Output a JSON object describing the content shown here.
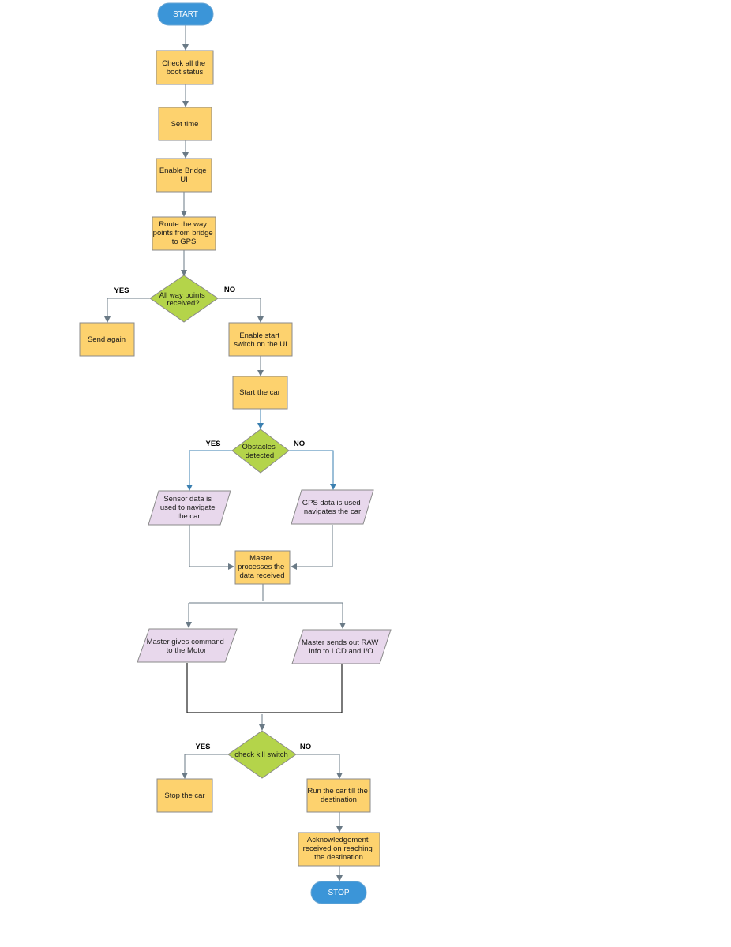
{
  "flowchart": {
    "start": "START",
    "check_boot": [
      "Check all the",
      "boot status"
    ],
    "set_time": [
      "Set time"
    ],
    "enable_bridge": [
      "Enable Bridge",
      "UI"
    ],
    "route_waypoints": [
      "Route the way",
      "points from bridge",
      "to GPS"
    ],
    "waypoints_decision": [
      "All way points",
      "received?"
    ],
    "waypoints_yes": "YES",
    "waypoints_no": "NO",
    "send_again": [
      "Send again"
    ],
    "enable_start": [
      "Enable start",
      "switch on the UI"
    ],
    "start_car": [
      "Start the car"
    ],
    "obstacles_decision": [
      "Obstacles",
      "detected"
    ],
    "obstacles_yes": "YES",
    "obstacles_no": "NO",
    "sensor_data": [
      "Sensor data is",
      "used to navigate",
      "the car"
    ],
    "gps_data": [
      "GPS data is used",
      "navigates the car"
    ],
    "master_processes": [
      "Master",
      "processes the",
      "data received"
    ],
    "master_command": [
      "Master gives command",
      "to the Motor"
    ],
    "master_sends": [
      "Master sends out RAW",
      "info to LCD and I/O"
    ],
    "kill_decision": [
      "check kill switch"
    ],
    "kill_yes": "YES",
    "kill_no": "NO",
    "stop_car": [
      "Stop the car"
    ],
    "run_car": [
      "Run the car till the",
      "destination"
    ],
    "acknowledgement": [
      "Acknowledgement",
      "received on reaching",
      "the destination"
    ],
    "stop": "STOP"
  },
  "colors": {
    "process_fill": "#fdd26e",
    "decision_fill": "#b4d44a",
    "io_fill": "#e8d8ec",
    "terminal_fill": "#3b95d8"
  }
}
